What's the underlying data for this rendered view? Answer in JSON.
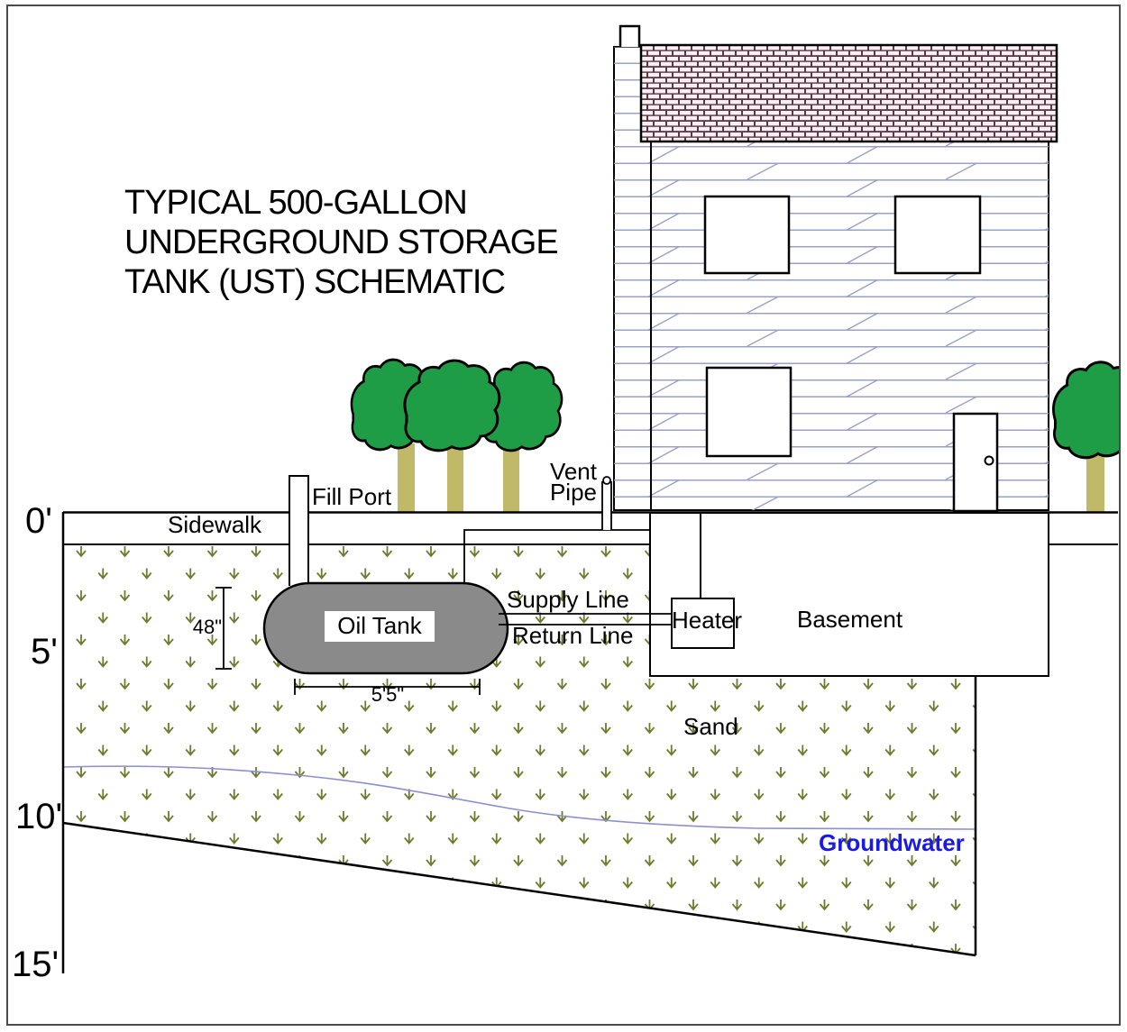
{
  "title": "TYPICAL 500-GALLON\nUNDERGROUND STORAGE\nTANK (UST) SCHEMATIC",
  "labels": {
    "fill_port": "Fill Port",
    "vent_pipe": "Vent\nPipe",
    "sidewalk": "Sidewalk",
    "oil_tank": "Oil Tank",
    "supply_line": "Supply Line",
    "return_line": "Return Line",
    "heater": "Heater",
    "basement": "Basement",
    "sand": "Sand",
    "groundwater": "Groundwater"
  },
  "dimensions": {
    "tank_height": "48\"",
    "tank_length": "5'5\""
  },
  "depth_scale": {
    "d0": "0'",
    "d5": "5'",
    "d10": "10'",
    "d15": "15'"
  },
  "colors": {
    "ink": "#000000",
    "tank_gray": "#8a8a8a",
    "tree_green": "#1f9c46",
    "trunk_khaki": "#c0ba68",
    "sand_olive": "#6e7a2e",
    "siding_line": "#9aa0c8",
    "brick_mortar": "#5b3743",
    "brick_face": "#f7eff3",
    "groundwater_blue": "#8c8fd0",
    "groundwater_label_blue": "#1a1ae6"
  }
}
